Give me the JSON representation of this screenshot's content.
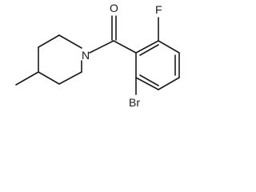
{
  "molecule": {
    "atoms": {
      "oxygen": "O",
      "fluorine": "F",
      "nitrogen": "N",
      "bromine": "Br"
    }
  }
}
